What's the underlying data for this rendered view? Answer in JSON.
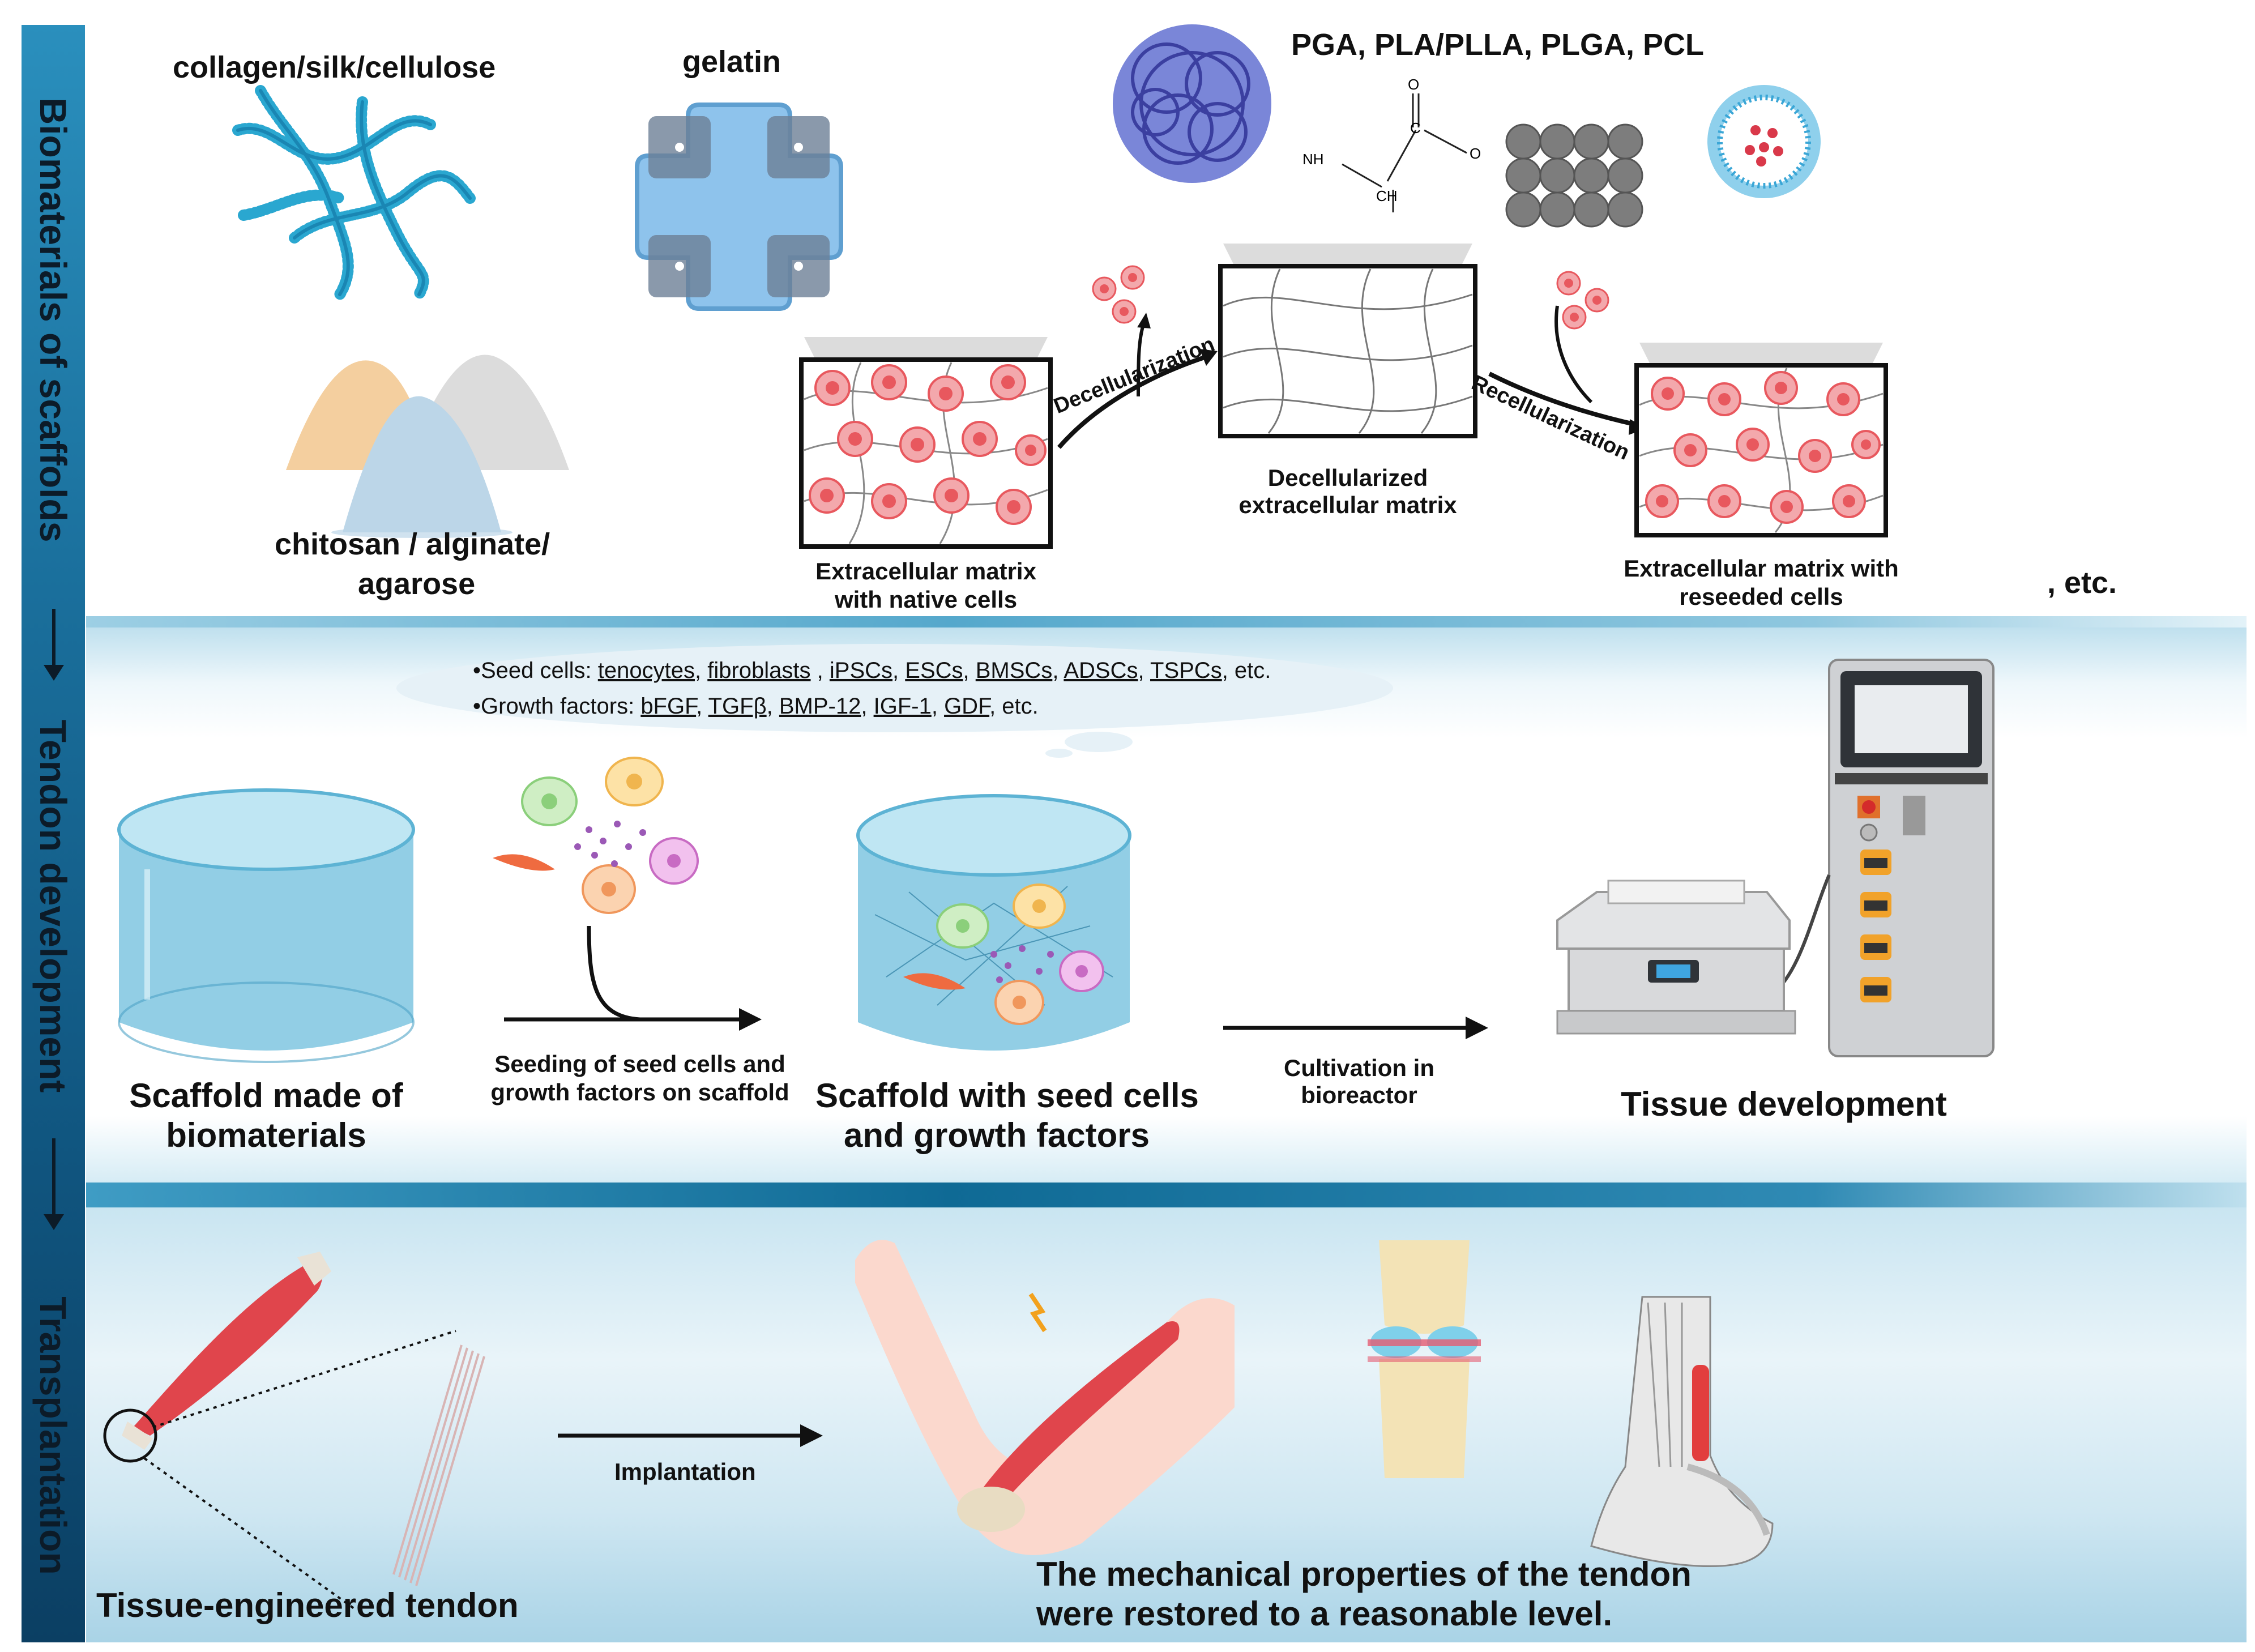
{
  "sections": {
    "biomaterials": "Biomaterials of scaffolds",
    "development": "Tendon development",
    "transplantation": "Transplantation"
  },
  "panel1": {
    "natural_fibers": "collagen/silk/cellulose",
    "gelatin": "gelatin",
    "polysaccharides_line1": "chitosan / alginate/",
    "polysaccharides_line2": "agarose",
    "synthetic": "PGA, PLA/PLLA, PLGA, PCL",
    "chem_nh": "NH",
    "chem_ch": "CH",
    "chem_c": "C",
    "chem_o_top": "O",
    "chem_o_right": "O",
    "ecm_native_line1": "Extracellular matrix",
    "ecm_native_line2": "with native cells",
    "decellularization": "Decellularization",
    "decell_ecm_line1": "Decellularized",
    "decell_ecm_line2": "extracellular matrix",
    "recellularization": "Recellularization",
    "ecm_reseeded_line1": "Extracellular matrix with",
    "ecm_reseeded_line2": "reseeded cells",
    "etc": ", etc."
  },
  "panel2": {
    "seed_cells_prefix": "•Seed cells: ",
    "seed_cells": [
      "tenocytes",
      "fibroblasts",
      "iPSCs",
      "ESCs",
      "BMSCs",
      "ADSCs",
      "TSPCs"
    ],
    "seed_cells_suffix": ", etc.",
    "growth_factors_prefix": "•Growth factors: ",
    "growth_factors": [
      "bFGF",
      "TGFβ",
      "BMP-12",
      "IGF-1",
      "GDF"
    ],
    "growth_factors_suffix": ", etc.",
    "scaffold_line1": "Scaffold made of",
    "scaffold_line2": "biomaterials",
    "seeding_line1": "Seeding of seed cells and",
    "seeding_line2": "growth factors on scaffold",
    "seeded_line1": "Scaffold with seed cells",
    "seeded_line2": "and growth factors",
    "cultivation_line1": "Cultivation in",
    "cultivation_line2": "bioreactor",
    "tissue_development": "Tissue development"
  },
  "panel3": {
    "engineered_tendon": "Tissue-engineered tendon",
    "implantation": "Implantation",
    "result_line1": "The mechanical properties of the tendon",
    "result_line2": "were restored to a reasonable level."
  },
  "colors": {
    "sidebar_top": "#2a8fbd",
    "sidebar_bottom": "#0b3f63",
    "fiber": "#2aa7d0",
    "gelatin": "#8ec3ec",
    "cell": "#e8585e",
    "muscle": "#e0454c",
    "scaffold_water": "#7fc6e0"
  }
}
